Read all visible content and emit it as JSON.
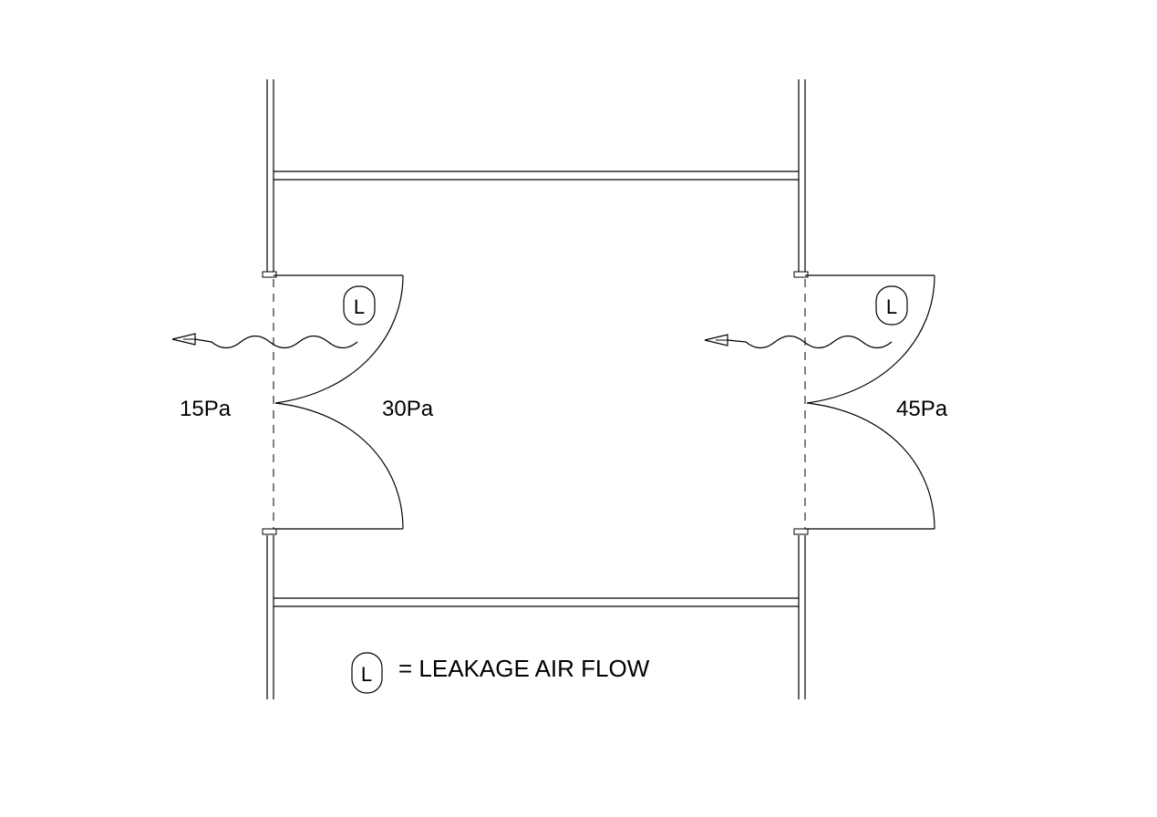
{
  "diagram": {
    "pressures": {
      "left_outside": "15Pa",
      "middle_space": "30Pa",
      "right_space": "45Pa"
    },
    "leakage_badges": {
      "left": "L",
      "right": "L"
    },
    "legend": {
      "symbol": "L",
      "text": "= LEAKAGE AIR FLOW"
    }
  }
}
